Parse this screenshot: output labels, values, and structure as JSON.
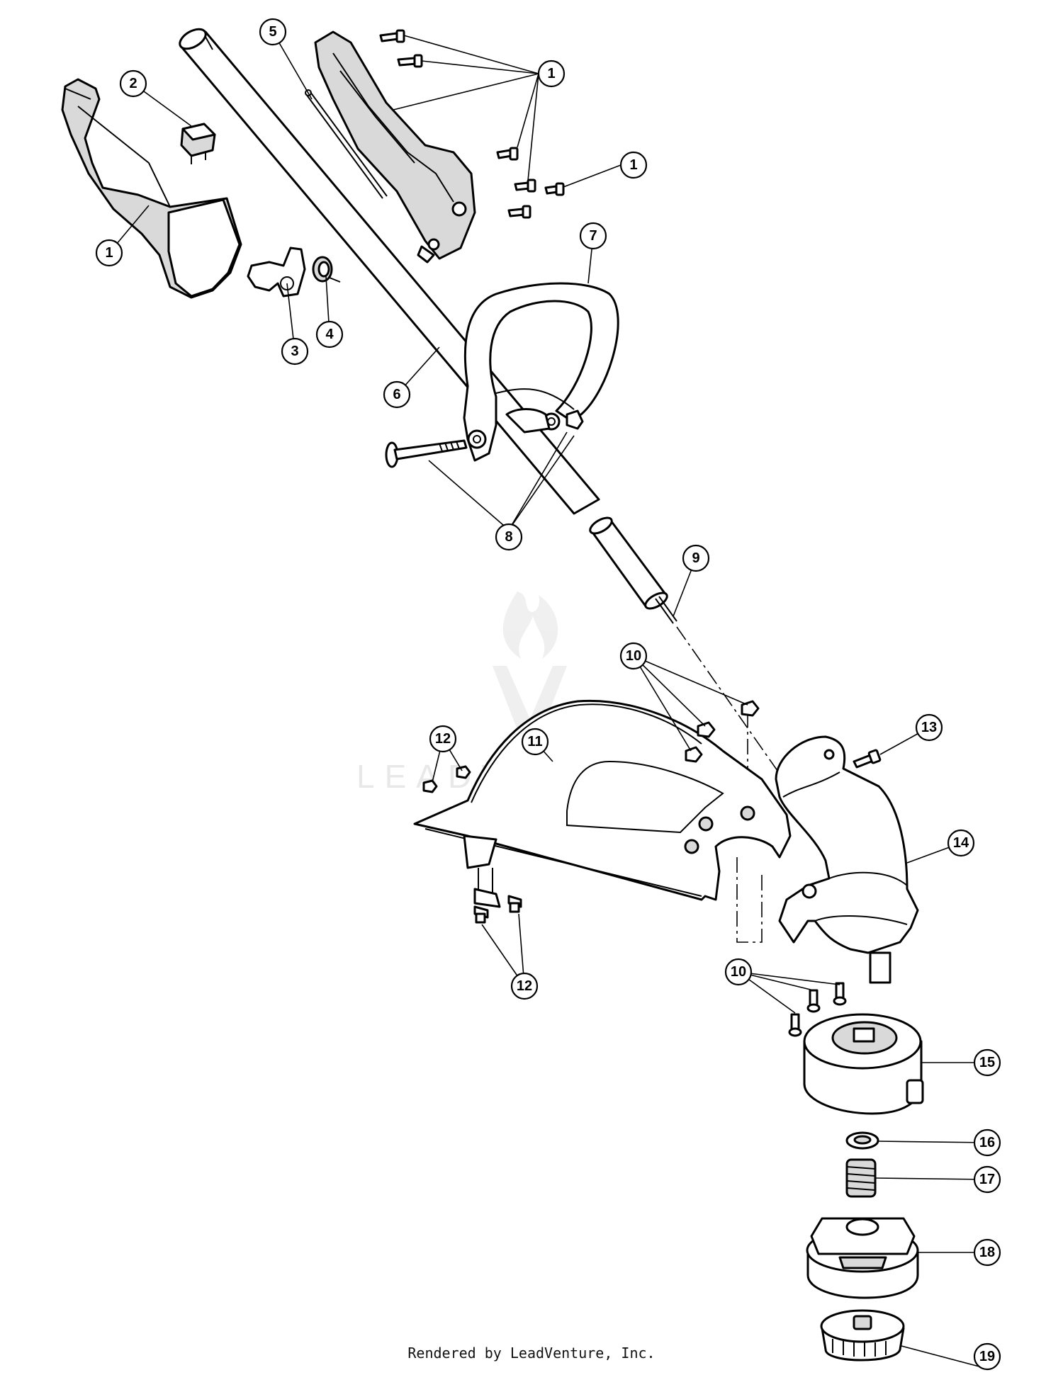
{
  "callouts": [
    {
      "label": "1"
    },
    {
      "label": "1"
    },
    {
      "label": "1"
    },
    {
      "label": "2"
    },
    {
      "label": "3"
    },
    {
      "label": "4"
    },
    {
      "label": "5"
    },
    {
      "label": "6"
    },
    {
      "label": "7"
    },
    {
      "label": "8"
    },
    {
      "label": "9"
    },
    {
      "label": "10"
    },
    {
      "label": "10"
    },
    {
      "label": "11"
    },
    {
      "label": "12"
    },
    {
      "label": "12"
    },
    {
      "label": "13"
    },
    {
      "label": "14"
    },
    {
      "label": "15"
    },
    {
      "label": "16"
    },
    {
      "label": "17"
    },
    {
      "label": "18"
    },
    {
      "label": "19"
    }
  ],
  "watermark": {
    "text": "LEADVENTURE"
  },
  "footer": {
    "text": "Rendered by LeadVenture, Inc."
  }
}
